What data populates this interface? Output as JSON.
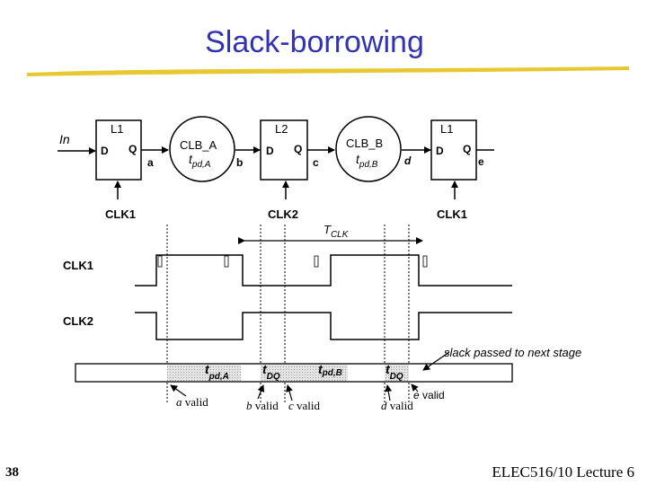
{
  "slide": {
    "title": "Slack-borrowing",
    "number": "38",
    "footer": "ELEC516/10 Lecture 6"
  },
  "circuit": {
    "input_label": "In",
    "latch1": {
      "name": "L1",
      "d": "D",
      "q": "Q",
      "clock": "CLK1"
    },
    "clb_a": {
      "name": "CLB_A",
      "delay": "t",
      "delay_sub": "pd,A"
    },
    "node_a": "a",
    "node_b": "b",
    "latch2": {
      "name": "L2",
      "d": "D",
      "q": "Q",
      "clock": "CLK2"
    },
    "node_c": "c",
    "clb_b": {
      "name": "CLB_B",
      "delay": "t",
      "delay_sub": "pd,B"
    },
    "node_d": "d",
    "latch3": {
      "name": "L1",
      "d": "D",
      "q": "Q",
      "clock": "CLK1"
    },
    "node_e": "e"
  },
  "timing": {
    "period_label": "T",
    "period_sub": "CLK",
    "clk1_label": "CLK1",
    "clk2_label": "CLK2",
    "slack_note": "slack passed to next stage",
    "segments": [
      {
        "label": "t",
        "sub": "pd,A"
      },
      {
        "label": "t",
        "sub": "DQ"
      },
      {
        "label": "t",
        "sub": "pd,B"
      },
      {
        "label": "t",
        "sub": "DQ"
      }
    ],
    "valid_labels": [
      {
        "node": "a",
        "text": " valid"
      },
      {
        "node": "b",
        "text": " valid"
      },
      {
        "node": "c",
        "text": " valid"
      },
      {
        "node": "d",
        "text": " valid"
      },
      {
        "node": "e",
        "text": " valid"
      }
    ]
  },
  "colors": {
    "title": "#3232b4",
    "underline": "#e8c830",
    "shading": "#d0d0d0"
  }
}
